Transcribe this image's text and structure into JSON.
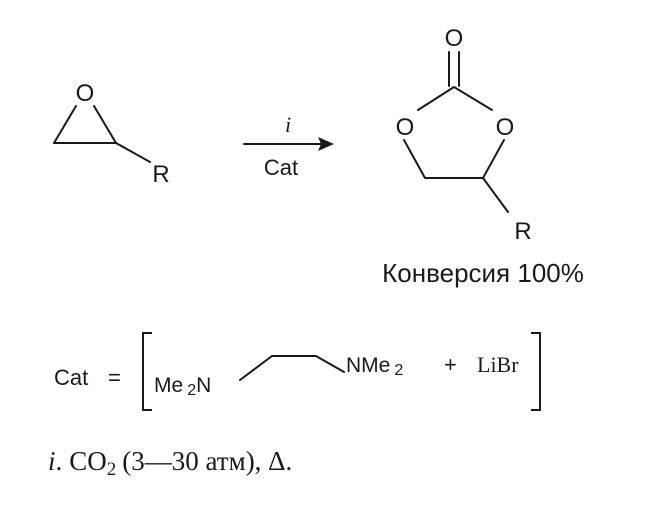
{
  "reaction": {
    "epoxide": {
      "oxygen": "O",
      "substituent": "R"
    },
    "arrow": {
      "above": "i",
      "below": "Cat"
    },
    "product": {
      "carbonyl_oxygen": "O",
      "ring_oxygen_left": "O",
      "ring_oxygen_right": "O",
      "substituent": "R"
    },
    "conversion": "Конверсия 100%"
  },
  "catalyst": {
    "label": "Cat",
    "equals": "=",
    "left_amine": {
      "me": "Me",
      "sub": "2",
      "n": "N"
    },
    "right_amine": {
      "nme": "NMe",
      "sub": "2"
    },
    "plus": "+",
    "salt": "LiBr"
  },
  "conditions": {
    "label": "i",
    "dot": ".",
    "co2_main": "CO",
    "co2_sub": "2",
    "pressure": "(3—30 атм), Δ."
  }
}
